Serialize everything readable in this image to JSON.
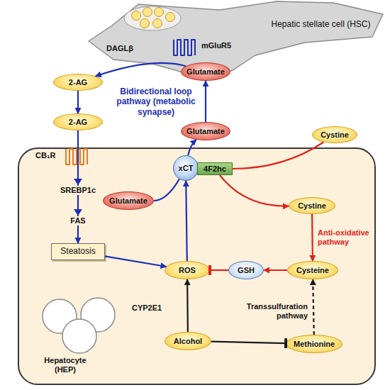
{
  "diagram": {
    "nodes": [
      {
        "text": [
          "Hepatic stellate cell (HSC)"
        ]
      },
      {
        "text": [
          "Glutamate"
        ]
      },
      {
        "text": [
          "2-AG"
        ]
      },
      {
        "text": [
          "2-AG"
        ]
      },
      {
        "text": [
          "Glutamate"
        ]
      },
      {
        "text": [
          "Cystine"
        ]
      },
      {
        "text": [
          "Hepatocyte (HEP)"
        ]
      },
      {
        "text": [
          "xCT"
        ],
        "in": 6
      },
      {
        "text": [
          "4F2hc"
        ],
        "in": 6
      },
      {
        "text": [
          "Glutamate"
        ],
        "in": 6
      },
      {
        "text": [
          "Steatosis"
        ],
        "in": 6
      },
      {
        "text": [
          "Cystine"
        ],
        "in": 6
      },
      {
        "text": [
          "ROS"
        ],
        "in": 6
      },
      {
        "text": [
          "GSH"
        ],
        "in": 6
      },
      {
        "text": [
          "Cysteine"
        ],
        "in": 6
      },
      {
        "text": [
          "Alcohol"
        ],
        "in": 6
      },
      {
        "text": [
          "Methionine"
        ],
        "in": 6
      }
    ],
    "edges": [
      {
        "from": 1,
        "to": 2,
        "arrow": "to"
      },
      {
        "from": 2,
        "to": 3,
        "arrow": "to"
      },
      {
        "from": 3,
        "to": 10,
        "arrow": "to"
      },
      {
        "from": 10,
        "to": 12,
        "arrow": "to"
      },
      {
        "from": 12,
        "to": 7,
        "arrow": "to"
      },
      {
        "from": 9,
        "to": 7,
        "arrow": "none"
      },
      {
        "from": 7,
        "to": 4,
        "arrow": "to"
      },
      {
        "from": 4,
        "to": 1,
        "arrow": "to"
      },
      {
        "from": 5,
        "to": 8,
        "arrow": "none"
      },
      {
        "from": 8,
        "to": 11,
        "arrow": "to"
      },
      {
        "from": 11,
        "to": 14,
        "arrow": "to"
      },
      {
        "from": 14,
        "to": 13,
        "arrow": "to"
      },
      {
        "from": 13,
        "to": 12,
        "arrow": "to"
      },
      {
        "from": 15,
        "to": 12,
        "arrow": "to"
      },
      {
        "from": 15,
        "to": 16,
        "arrow": "to"
      },
      {
        "from": 16,
        "to": 14,
        "arrow": "to"
      }
    ],
    "labels": [
      "DAGLβ",
      "mGluR5",
      "Bidirectional loop pathway (metabolic synapse)",
      "CB₁R",
      "SREBP1c",
      "FAS",
      "Anti-oxidative pathway",
      "CYP2E1",
      "Transsulfuration pathway"
    ]
  }
}
